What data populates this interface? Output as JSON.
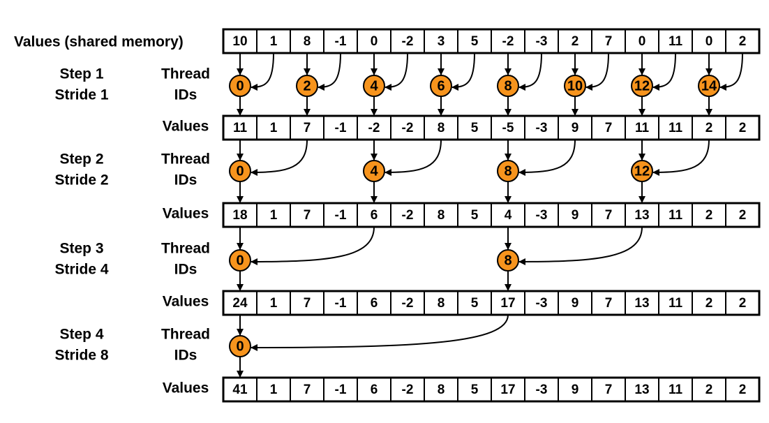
{
  "header_label": "Values (shared memory)",
  "values_label": "Values",
  "thread_ids_label": [
    "Thread",
    "IDs"
  ],
  "colors": {
    "node_fill": "#f7941d",
    "stroke": "#000000"
  },
  "initial_values": [
    "10",
    "1",
    "8",
    "-1",
    "0",
    "-2",
    "3",
    "5",
    "-2",
    "-3",
    "2",
    "7",
    "0",
    "11",
    "0",
    "2"
  ],
  "steps": [
    {
      "step_label": "Step 1",
      "stride_label": "Stride 1",
      "stride": 1,
      "thread_ids": [
        "0",
        "2",
        "4",
        "6",
        "8",
        "10",
        "12",
        "14"
      ],
      "values": [
        "11",
        "1",
        "7",
        "-1",
        "-2",
        "-2",
        "8",
        "5",
        "-5",
        "-3",
        "9",
        "7",
        "11",
        "11",
        "2",
        "2"
      ]
    },
    {
      "step_label": "Step 2",
      "stride_label": "Stride 2",
      "stride": 2,
      "thread_ids": [
        "0",
        "4",
        "8",
        "12"
      ],
      "values": [
        "18",
        "1",
        "7",
        "-1",
        "6",
        "-2",
        "8",
        "5",
        "4",
        "-3",
        "9",
        "7",
        "13",
        "11",
        "2",
        "2"
      ]
    },
    {
      "step_label": "Step 3",
      "stride_label": "Stride 4",
      "stride": 4,
      "thread_ids": [
        "0",
        "8"
      ],
      "values": [
        "24",
        "1",
        "7",
        "-1",
        "6",
        "-2",
        "8",
        "5",
        "17",
        "-3",
        "9",
        "7",
        "13",
        "11",
        "2",
        "2"
      ]
    },
    {
      "step_label": "Step 4",
      "stride_label": "Stride 8",
      "stride": 8,
      "thread_ids": [
        "0"
      ],
      "values": [
        "41",
        "1",
        "7",
        "-1",
        "6",
        "-2",
        "8",
        "5",
        "17",
        "-3",
        "9",
        "7",
        "13",
        "11",
        "2",
        "2"
      ]
    }
  ]
}
